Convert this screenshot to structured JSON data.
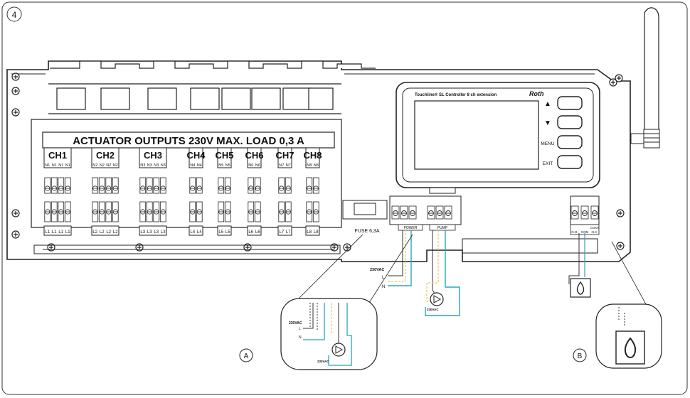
{
  "figure_number": "4",
  "panel": {
    "title": "ACTUATOR OUTPUTS 230V MAX. LOAD 0,3 A",
    "channels": [
      {
        "name": "CH1",
        "top": [
          "N1",
          "N1",
          "N1",
          "N1"
        ],
        "bottom": [
          "L1",
          "L1",
          "L1",
          "L1"
        ]
      },
      {
        "name": "CH2",
        "top": [
          "N2",
          "N2",
          "N2",
          "N2"
        ],
        "bottom": [
          "L2",
          "L2",
          "L2",
          "L2"
        ]
      },
      {
        "name": "CH3",
        "top": [
          "N3",
          "N3",
          "N3",
          "N3"
        ],
        "bottom": [
          "L3",
          "L3",
          "L3",
          "L3"
        ]
      },
      {
        "name": "CH4",
        "top": [
          "N4",
          "N4"
        ],
        "bottom": [
          "L4",
          "L4"
        ]
      },
      {
        "name": "CH5",
        "top": [
          "N5",
          "N5"
        ],
        "bottom": [
          "L5",
          "L5"
        ]
      },
      {
        "name": "CH6",
        "top": [
          "N6",
          "N6"
        ],
        "bottom": [
          "L6",
          "L6"
        ]
      },
      {
        "name": "CH7",
        "top": [
          "N7",
          "N7"
        ],
        "bottom": [
          "L7",
          "L7"
        ]
      },
      {
        "name": "CH8",
        "top": [
          "N8",
          "N8"
        ],
        "bottom": [
          "L8",
          "L8"
        ]
      }
    ],
    "fuse_label": "FUSE 6,3A",
    "power_label": "POWER",
    "pump_label": "PUMP",
    "boiler_terminal_labels": [
      "CONT",
      "N.C.",
      "COM",
      "N.O."
    ]
  },
  "display": {
    "product_name": "Touchline® SL Controller 8 ch extension",
    "brand": "Roth",
    "buttons": [
      {
        "symbol": "▲",
        "label": ""
      },
      {
        "symbol": "▼",
        "label": ""
      },
      {
        "symbol": "",
        "label": "MENU"
      },
      {
        "symbol": "",
        "label": "EXIT"
      }
    ]
  },
  "wiring": {
    "supply_label": "230VAC",
    "l_label": "L",
    "n_label": "N",
    "pump_supply_label": "230VAC"
  },
  "callouts": {
    "a_label": "A",
    "b_label": "B",
    "a_supply_label": "230VAC",
    "a_l_label": "L",
    "a_n_label": "N",
    "a_pump_label": "230VAC"
  }
}
